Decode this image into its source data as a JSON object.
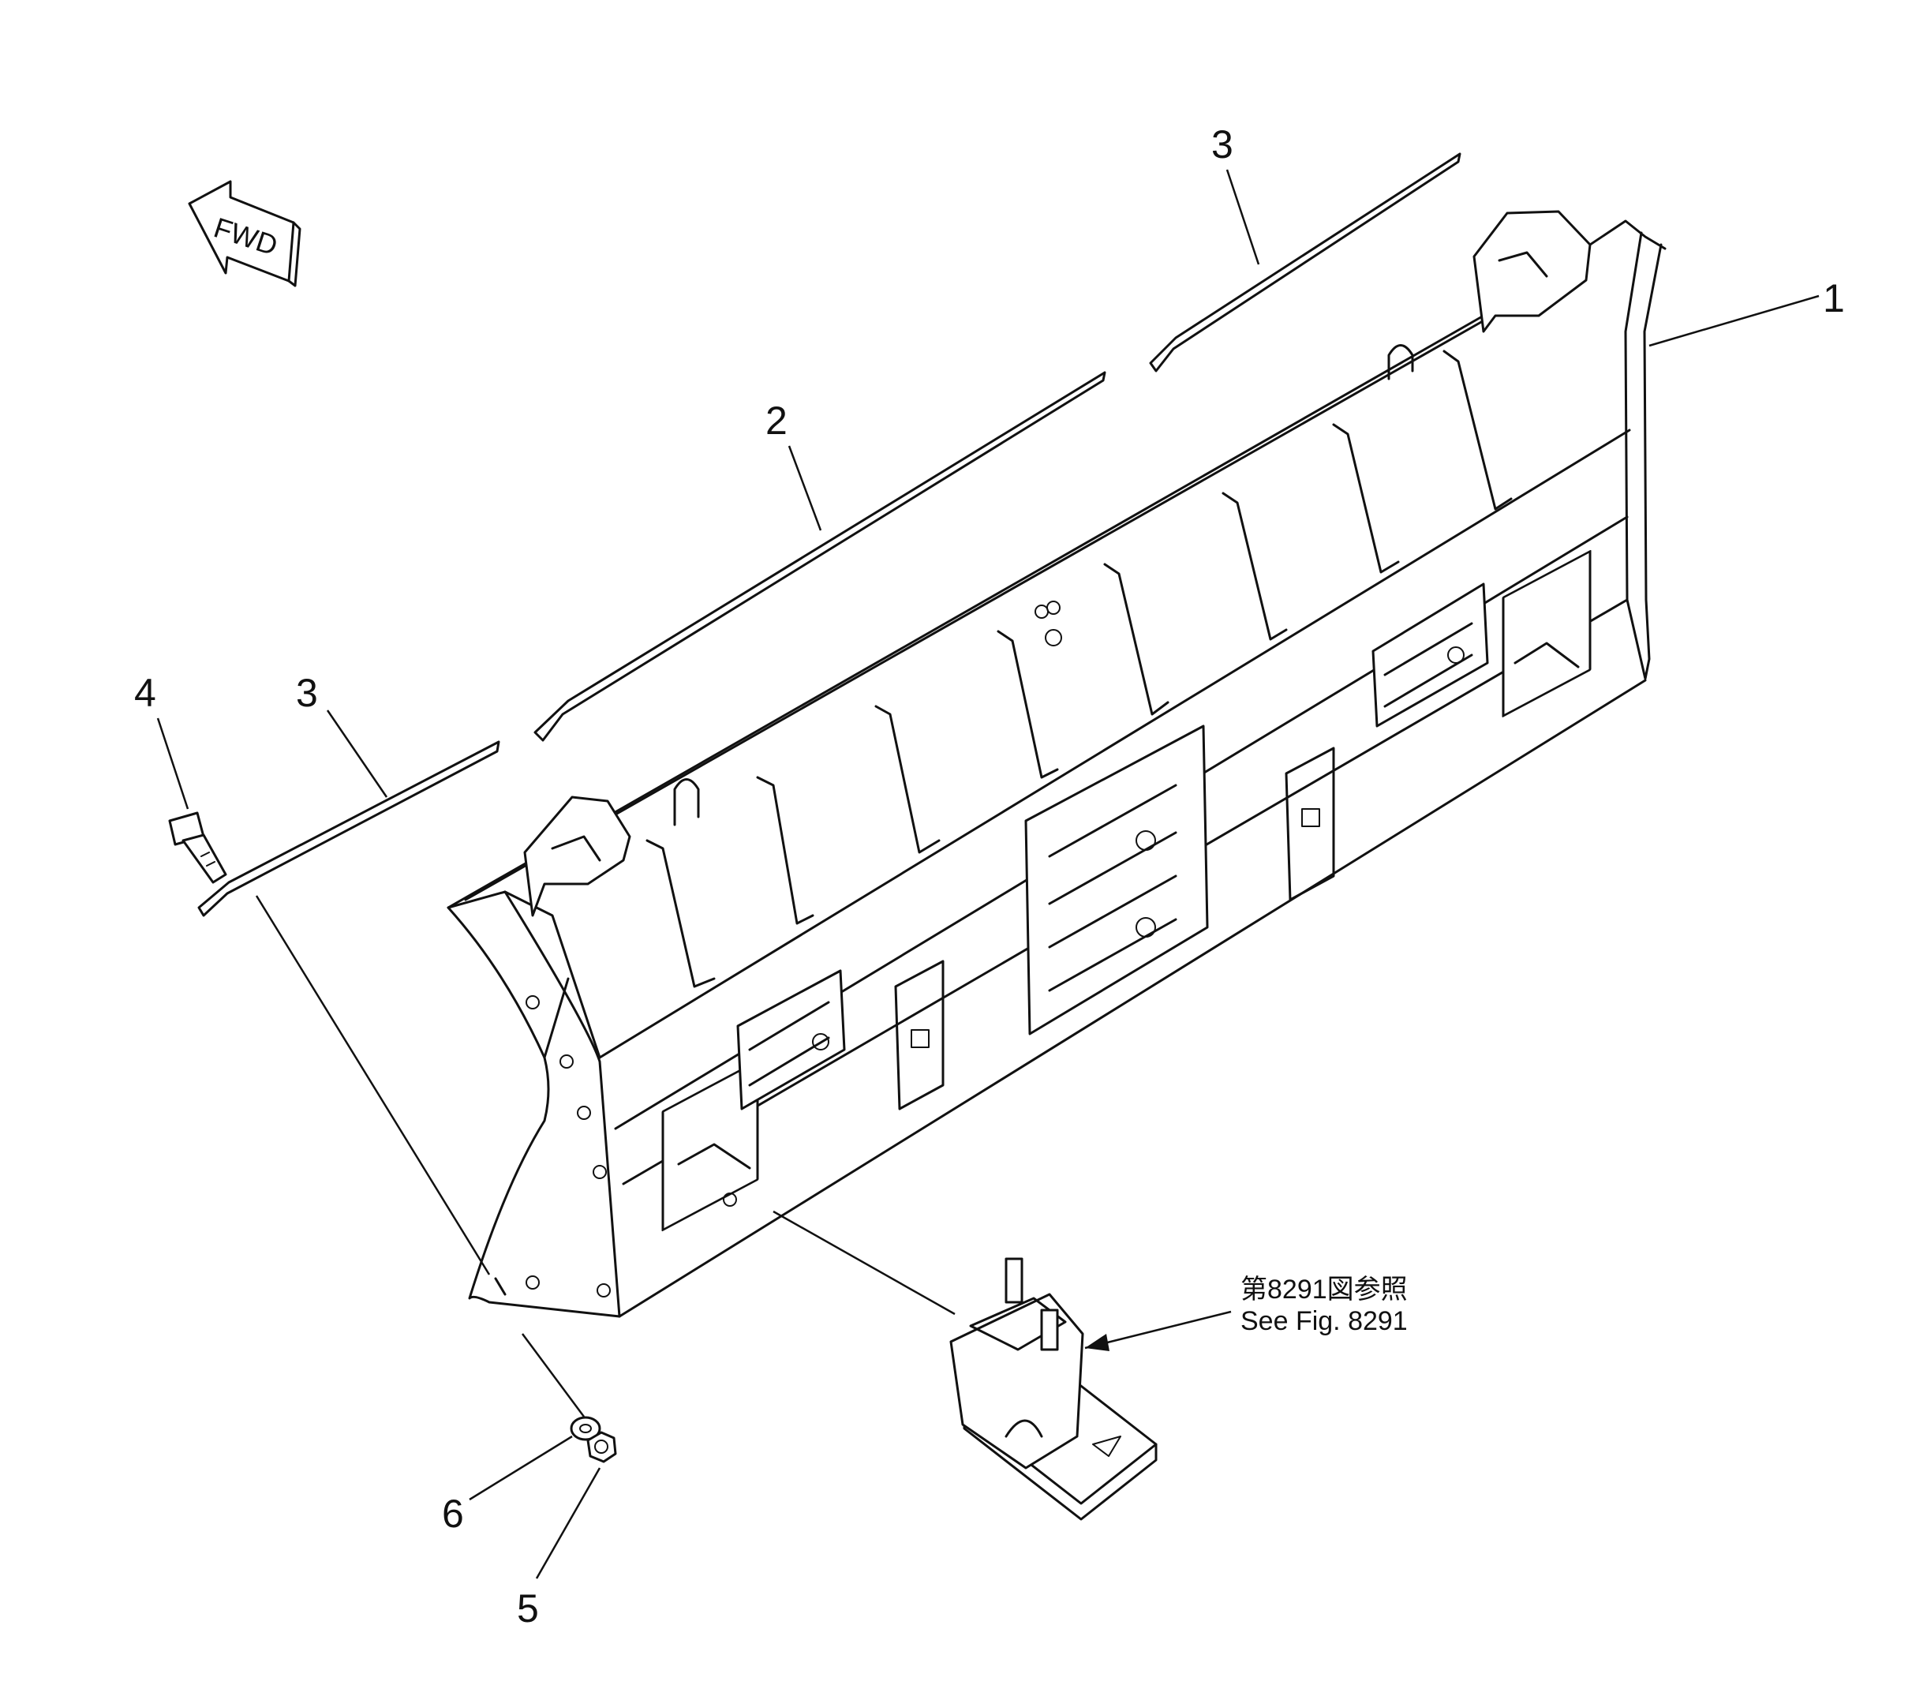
{
  "fwd_label": "FWD",
  "reference": {
    "line1": "第8291図参照",
    "line2": "See  Fig. 8291"
  },
  "callouts": [
    {
      "id": "1",
      "label": "1"
    },
    {
      "id": "2",
      "label": "2"
    },
    {
      "id": "3a",
      "label": "3"
    },
    {
      "id": "3b",
      "label": "3"
    },
    {
      "id": "4",
      "label": "4"
    },
    {
      "id": "5",
      "label": "5"
    },
    {
      "id": "6",
      "label": "6"
    }
  ]
}
